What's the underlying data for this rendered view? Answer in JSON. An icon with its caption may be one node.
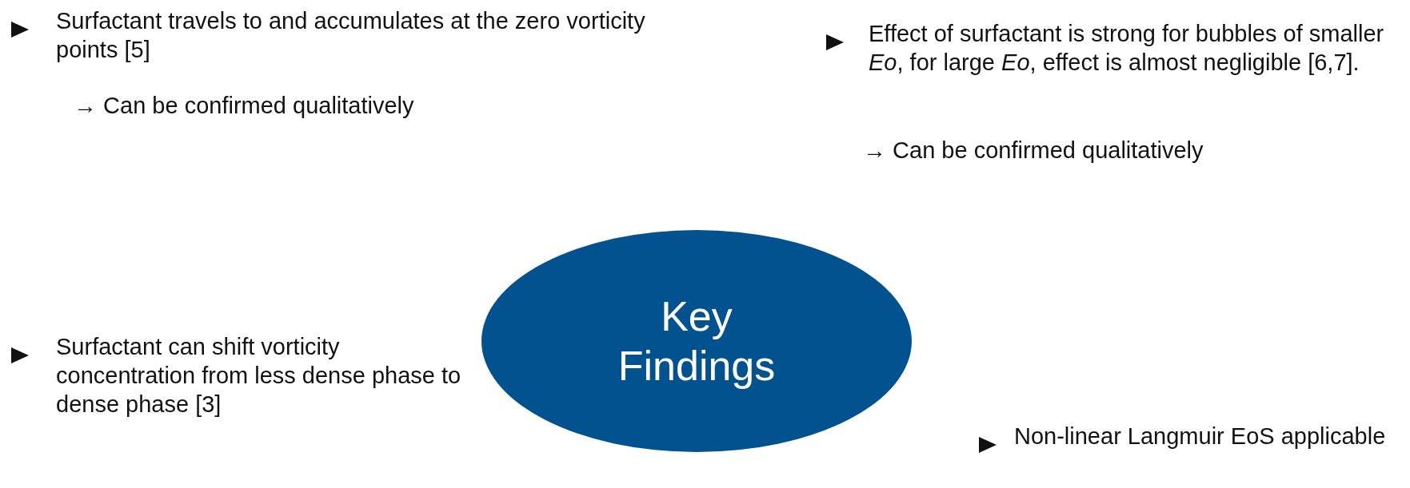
{
  "diagram": {
    "nodes": [
      {
        "text": [
          "Key Findings"
        ]
      }
    ],
    "edges": [],
    "labels": [
      "Surfactant travels to and accumulates at the zero vorticity points [5]",
      "→ Can be confirmed qualitatively",
      "Effect of surfactant is strong for bubbles of smaller *Eo*, for large *Eo*, effect is almost negligible [6,7].",
      "→ Can be confirmed qualitatively",
      "Surfactant can shift vorticity concentration from less dense phase to dense phase [3]",
      "Non-linear Langmuir EoS applicable"
    ]
  }
}
